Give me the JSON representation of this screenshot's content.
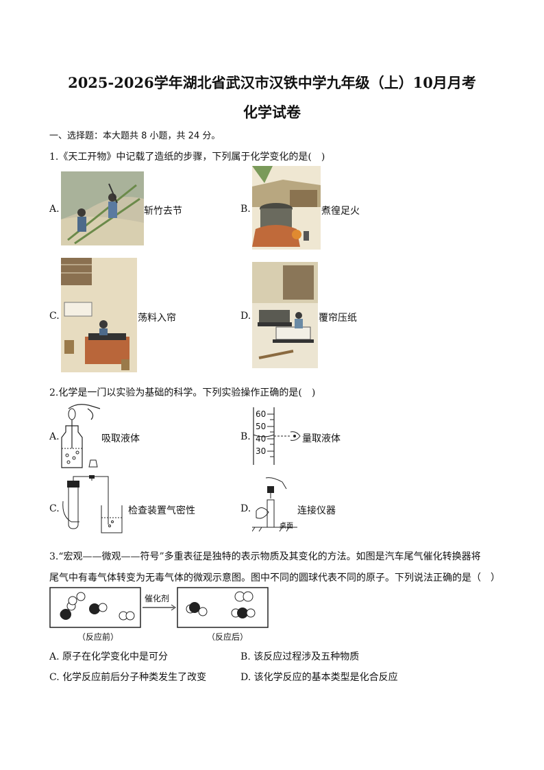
{
  "title_line1": "2025-2026学年湖北省武汉市汉铁中学九年级（上）10月月考",
  "title_line2": "化学试卷",
  "section1": "一、选择题：本大题共 8 小题，共 24 分。",
  "q1": {
    "stem": "1.《天工开物》中记载了造纸的步骤，下列属于化学变化的是(　)",
    "options": [
      {
        "letter": "A.",
        "text": "斩竹去节"
      },
      {
        "letter": "B.",
        "text": "煮徨足火"
      },
      {
        "letter": "C.",
        "text": "荡料入帘"
      },
      {
        "letter": "D.",
        "text": "覆帘压纸"
      }
    ]
  },
  "q2": {
    "stem": "2.化学是一门以实验为基础的科学。下列实验操作正确的是(　)",
    "options": [
      {
        "letter": "A.",
        "text": "吸取液体"
      },
      {
        "letter": "B.",
        "text": "量取液体"
      },
      {
        "letter": "C.",
        "text": "检查装置气密性"
      },
      {
        "letter": "D.",
        "text": "连接仪器"
      }
    ],
    "cylinder_ticks": [
      "60",
      "50",
      "40",
      "30"
    ],
    "desk_label": "桌面"
  },
  "q3": {
    "stem_line1": "3.“宏观——微观——符号”多重表征是独特的表示物质及其变化的方法。如图是汽车尾气催化转换器将",
    "stem_line2": "尾气中有毒气体转变为无毒气体的微观示意图。图中不同的圆球代表不同的原子。下列说法正确的是（　）",
    "catalyst": "催化剂",
    "before_label": "（反应前）",
    "after_label": "（反应后）",
    "options": [
      {
        "letter": "A.",
        "text": "原子在化学变化中是可分"
      },
      {
        "letter": "B.",
        "text": "该反应过程涉及五种物质"
      },
      {
        "letter": "C.",
        "text": "化学反应前后分子种类发生了改变"
      },
      {
        "letter": "D.",
        "text": "该化学反应的基本类型是化合反应"
      }
    ]
  }
}
